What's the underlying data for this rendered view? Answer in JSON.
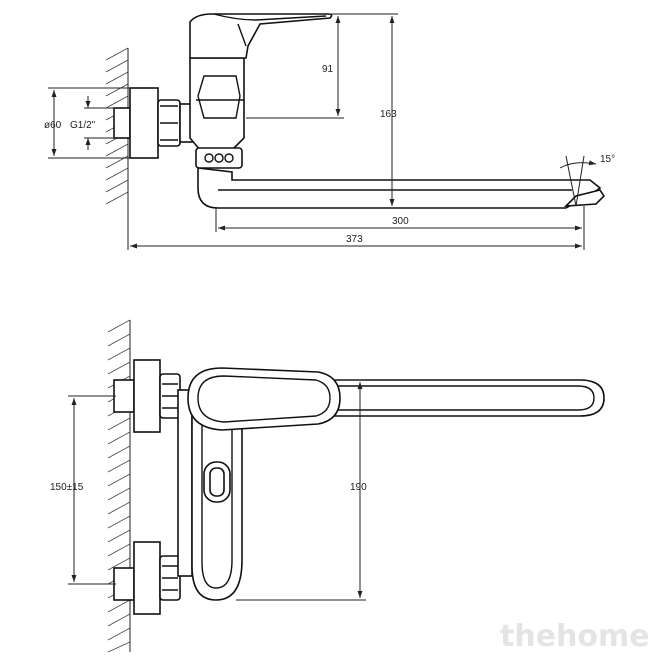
{
  "dimensions": {
    "handle_height": "91",
    "total_height": "163",
    "wall_flange_diameter": "ø60",
    "thread": "G1/2\"",
    "spout_angle": "15°",
    "spout_reach": "300",
    "total_length": "373",
    "centers": "150±15",
    "front_height": "190"
  },
  "watermark": "thehome"
}
